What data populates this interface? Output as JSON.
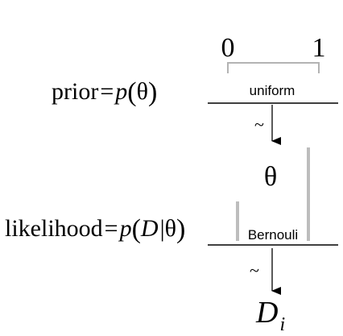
{
  "prior": {
    "label": "prior",
    "equals": "=",
    "func": "p",
    "open_paren": "(",
    "arg": "θ",
    "close_paren": ")",
    "axis_min": "0",
    "axis_max": "1",
    "distribution": "uniform"
  },
  "prior_arrow": {
    "tilde": "~"
  },
  "parameter": {
    "symbol": "θ"
  },
  "likelihood": {
    "label": "likelihood",
    "equals": "=",
    "func": "p",
    "open_paren": "(",
    "data": "D",
    "bar": "|",
    "given": "θ",
    "close_paren": ")",
    "distribution": "Bernouli"
  },
  "likelihood_arrow": {
    "tilde": "~"
  },
  "observation": {
    "symbol": "D",
    "subscript": "i"
  },
  "colors": {
    "ink": "#000000",
    "bar_gray": "#bdbdbd",
    "bracket_gray": "#b3b3b3"
  }
}
